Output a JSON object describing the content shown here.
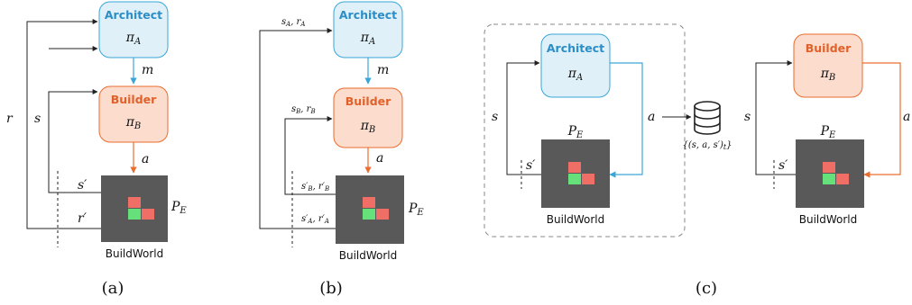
{
  "colors": {
    "architect_fill": "#dff0f8",
    "architect_stroke": "#3aa6d8",
    "architect_text": "#2a8ec8",
    "builder_fill": "#fbdccd",
    "builder_stroke": "#ea6d2f",
    "builder_text": "#e0622a",
    "world_bg": "#595959",
    "block_red": "#ef6f66",
    "block_green": "#66e07a"
  },
  "labels": {
    "architect": "Architect",
    "builder": "Builder",
    "pi_a": "πA",
    "pi_b": "πB",
    "p_e": "PE",
    "world": "BuildWorld",
    "m": "m",
    "a": "a",
    "s": "s",
    "r": "r",
    "s_prime": "s′",
    "r_prime": "r′",
    "sA_rA": "sA, rA",
    "sB_rB": "sB, rB",
    "sB_rB_prime": "s′B, r′B",
    "sA_rA_prime": "s′A, r′A",
    "dataset": "{(s, a, s′)t}"
  },
  "captions": {
    "a": "(a)",
    "b": "(b)",
    "c": "(c)"
  }
}
